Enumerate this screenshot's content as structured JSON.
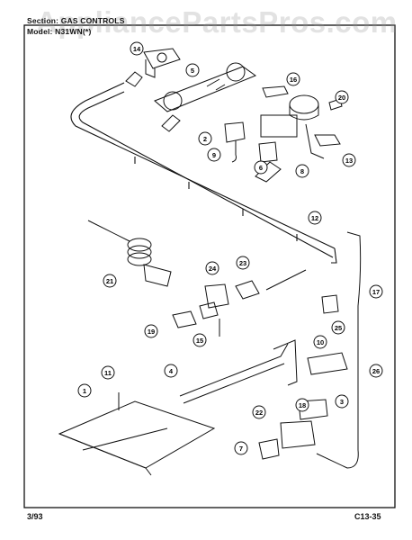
{
  "header": {
    "section": "Section: GAS CONTROLS",
    "model": "Model: N31WN(*)",
    "watermark": "AppliancePartsPros.com"
  },
  "footer": {
    "date": "3/93",
    "page_code": "C13-35"
  },
  "callouts": [
    "14",
    "5",
    "16",
    "20",
    "2",
    "9",
    "6",
    "8",
    "13",
    "12",
    "21",
    "24",
    "23",
    "17",
    "19",
    "15",
    "25",
    "10",
    "4",
    "11",
    "1",
    "26",
    "18",
    "3",
    "22",
    "7"
  ],
  "colors": {
    "ink": "#111111",
    "paper": "#ffffff",
    "watermark": "#9a9a9a"
  }
}
